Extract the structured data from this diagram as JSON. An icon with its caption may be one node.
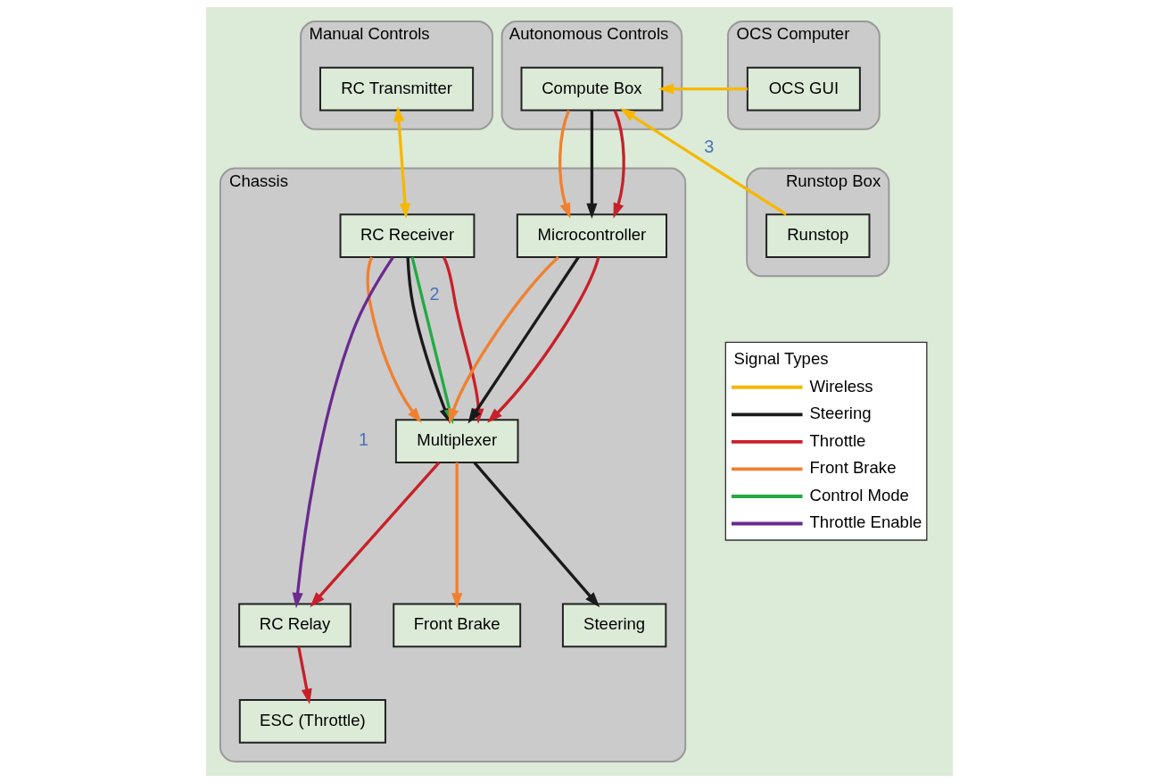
{
  "diagram": {
    "nodes": [
      {
        "text": [
          "Manual Controls"
        ]
      },
      {
        "text": [
          "RC Transmitter"
        ],
        "in": 0
      },
      {
        "text": [
          "Autonomous Controls"
        ]
      },
      {
        "text": [
          "Compute Box"
        ],
        "in": 2
      },
      {
        "text": [
          "OCS Computer"
        ]
      },
      {
        "text": [
          "OCS GUI"
        ],
        "in": 4
      },
      {
        "text": [
          "Chassis"
        ]
      },
      {
        "text": [
          "RC Receiver"
        ],
        "in": 6
      },
      {
        "text": [
          "Microcontroller"
        ],
        "in": 6
      },
      {
        "text": [
          "Multiplexer"
        ],
        "in": 6
      },
      {
        "text": [
          "RC Relay"
        ],
        "in": 6
      },
      {
        "text": [
          "ESC (Throttle)"
        ],
        "in": 6
      },
      {
        "text": [
          "Steering"
        ],
        "in": 6
      },
      {
        "text": [
          "Front Brake"
        ],
        "in": 6
      },
      {
        "text": [
          "Runstop Box"
        ]
      },
      {
        "text": [
          "Runstop"
        ],
        "in": 14
      }
    ],
    "edges": [
      {
        "from": 1,
        "to": 7,
        "arrow": "both",
        "color": "#f5b800"
      },
      {
        "from": 5,
        "to": 3,
        "arrow": "to",
        "color": "#f5b800"
      },
      {
        "from": 15,
        "to": 3,
        "arrow": "to",
        "color": "#f5b800",
        "label": "3"
      },
      {
        "from": 3,
        "to": 8,
        "arrow": "to",
        "color": "#f08030"
      },
      {
        "from": 3,
        "to": 8,
        "arrow": "to",
        "color": "#1a1a1a"
      },
      {
        "from": 3,
        "to": 8,
        "arrow": "to",
        "color": "#c8202a"
      },
      {
        "from": 7,
        "to": 9,
        "arrow": "to",
        "color": "#f08030"
      },
      {
        "from": 7,
        "to": 9,
        "arrow": "to",
        "color": "#1a1a1a"
      },
      {
        "from": 7,
        "to": 9,
        "arrow": "to",
        "color": "#c8202a"
      },
      {
        "from": 8,
        "to": 9,
        "arrow": "to",
        "color": "#f08030"
      },
      {
        "from": 8,
        "to": 9,
        "arrow": "to",
        "color": "#1a1a1a"
      },
      {
        "from": 8,
        "to": 9,
        "arrow": "to",
        "color": "#c8202a"
      },
      {
        "from": 7,
        "to": 9,
        "arrow": "to",
        "color": "#22aa44",
        "label": "2"
      },
      {
        "from": 7,
        "to": 10,
        "arrow": "to",
        "color": "#6a2a90",
        "label": "1"
      },
      {
        "from": 9,
        "to": 10,
        "arrow": "to",
        "color": "#c8202a"
      },
      {
        "from": 10,
        "to": 11,
        "arrow": "to",
        "color": "#c8202a"
      },
      {
        "from": 9,
        "to": 12,
        "arrow": "to",
        "color": "#1a1a1a"
      },
      {
        "from": 9,
        "to": 13,
        "arrow": "to",
        "color": "#f08030"
      }
    ],
    "labels": [
      "Signal Types"
    ],
    "legend": [
      {
        "text": "Wireless",
        "color": "#f5b800"
      },
      {
        "text": "Steering",
        "color": "#1a1a1a"
      },
      {
        "text": "Throttle",
        "color": "#c8202a"
      },
      {
        "text": "Front Brake",
        "color": "#f08030"
      },
      {
        "text": "Control Mode",
        "color": "#22aa44"
      },
      {
        "text": "Throttle Enable",
        "color": "#6a2a90"
      }
    ]
  }
}
